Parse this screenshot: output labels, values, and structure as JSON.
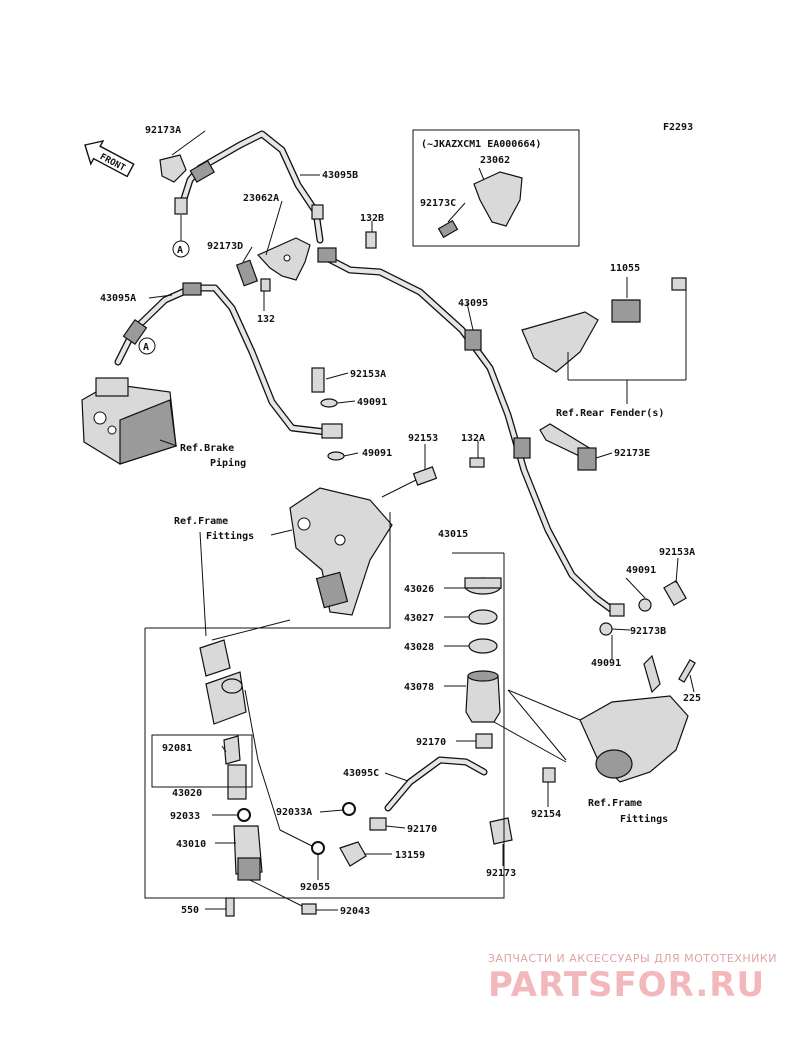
{
  "diagram": {
    "code": "F2293",
    "front_label": "FRONT",
    "circle_ref": "A",
    "variant_note": "(~JKAZXCM1 EA000664)"
  },
  "labels": {
    "l92173A": "92173A",
    "l43095B": "43095B",
    "l23062A": "23062A",
    "l132B": "132B",
    "l92173D": "92173D",
    "l132": "132",
    "l43095A": "43095A",
    "l23062": "23062",
    "l92173C": "92173C",
    "l11055": "11055",
    "l43095": "43095",
    "l92153A": "92153A",
    "l49091a": "49091",
    "l49091b": "49091",
    "l92153": "92153",
    "l132A": "132A",
    "l92173E": "92173E",
    "l43015": "43015",
    "l43026": "43026",
    "l43027": "43027",
    "l43028": "43028",
    "l43078": "43078",
    "l92153A2": "92153A",
    "l49091c": "49091",
    "l92173B": "92173B",
    "l49091d": "49091",
    "l225": "225",
    "l92170a": "92170",
    "l43095C": "43095C",
    "l92154": "92154",
    "l92081": "92081",
    "l43020": "43020",
    "l92033": "92033",
    "l92033A": "92033A",
    "l92170b": "92170",
    "l43010": "43010",
    "l13159": "13159",
    "l92055": "92055",
    "l92173": "92173",
    "l550": "550",
    "l92043": "92043"
  },
  "refs": {
    "brake_1": "Ref.Brake",
    "brake_2": "Piping",
    "frame1_1": "Ref.Frame",
    "frame1_2": "Fittings",
    "fender": "Ref.Rear Fender(s)",
    "frame2_1": "Ref.Frame",
    "frame2_2": "Fittings"
  },
  "watermark": {
    "line1": "ЗАПЧАСТИ И АКСЕССУАРЫ ДЛЯ МОТОТЕХНИКИ",
    "line2": "PARTSFOR.RU"
  }
}
